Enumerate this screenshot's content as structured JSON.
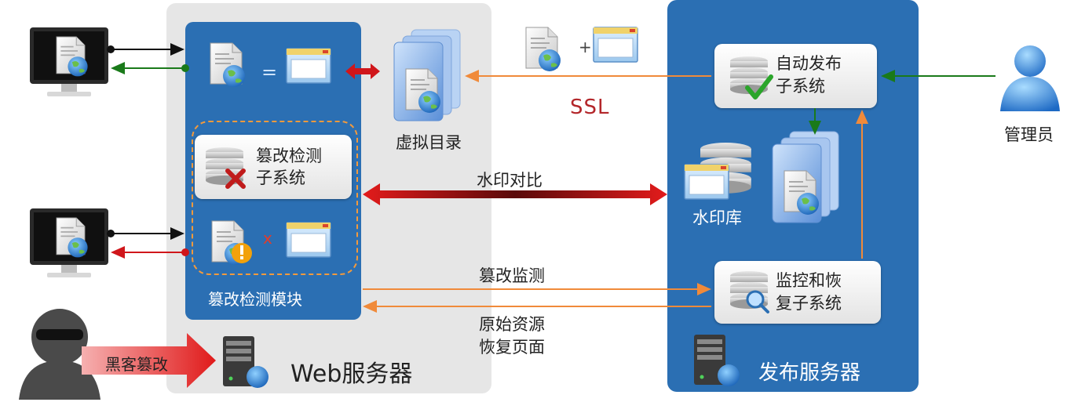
{
  "web_server": {
    "title": "Web服务器",
    "module_label": "篡改检测模块",
    "tamper_subsystem": [
      "篡改检测",
      "子系统"
    ],
    "virtual_dir_label": "虚拟目录",
    "equals_sign": "=",
    "not_equal_sign": "x"
  },
  "publish_server": {
    "title": "发布服务器",
    "auto_publish": [
      "自动发布",
      "子系统"
    ],
    "watermark_db": "水印库",
    "monitor_restore": [
      "监控和恢",
      "复子系统"
    ]
  },
  "flows": {
    "ssl": "SSL",
    "watermark_compare": "水印对比",
    "tamper_monitor": "篡改监测",
    "restore_pages": [
      "原始资源",
      "恢复页面"
    ],
    "plus_sign": "+",
    "hacker_attack": "黑客篡改"
  },
  "admin_label": "管理员",
  "colors": {
    "blue_panel": "#2b6fb3",
    "grey_panel": "#e6e6e6",
    "arrow_orange": "#f08a3a",
    "arrow_green": "#1a7a1a",
    "arrow_red": "#d0161b",
    "ssl_red": "#b3262a"
  },
  "icons": [
    "monitor-icon",
    "document-globe-icon",
    "browser-window-icon",
    "database-icon",
    "check-icon",
    "cross-icon",
    "warning-icon",
    "magnifier-icon",
    "server-icon",
    "user-icon",
    "hacker-icon",
    "folder-stack-icon"
  ]
}
